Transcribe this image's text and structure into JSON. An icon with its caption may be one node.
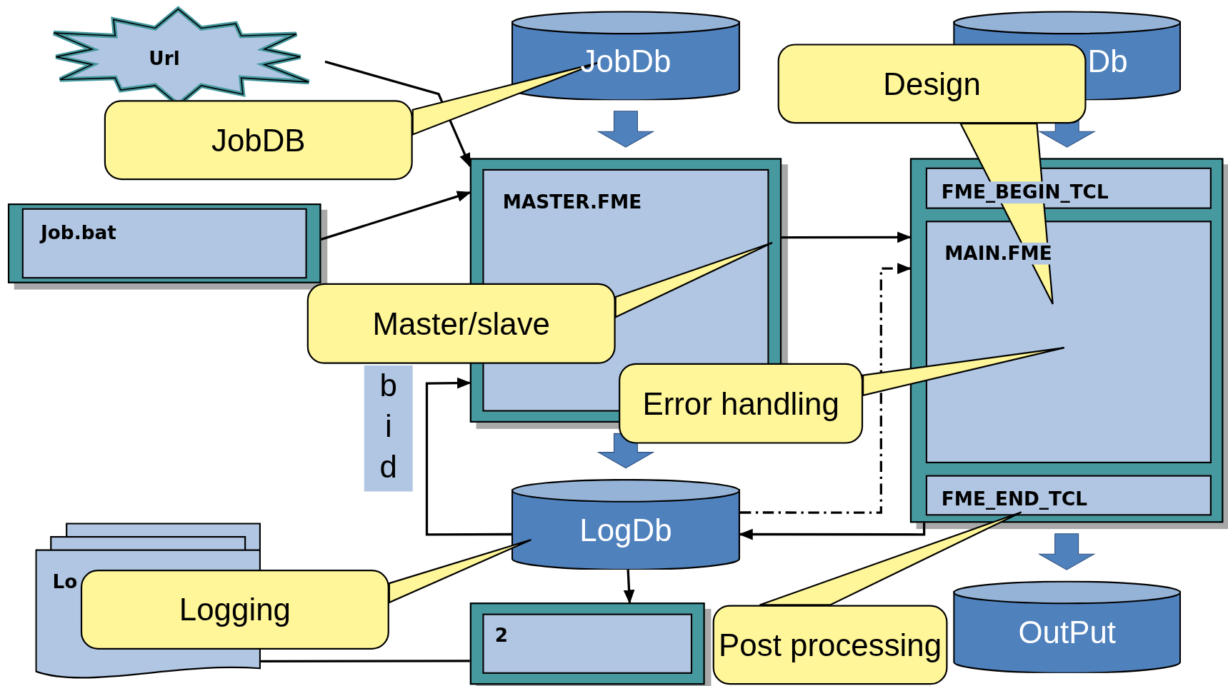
{
  "diagram": {
    "nodes": [
      {
        "text": [
          "Url"
        ]
      },
      {
        "text": [
          "JobDB"
        ]
      },
      {
        "text": [
          "JobDb"
        ]
      },
      {
        "text": [
          "Job.bat"
        ]
      },
      {
        "text": [
          "MASTER.FME"
        ]
      },
      {
        "text": [
          "Db"
        ]
      },
      {
        "text": [
          "Design"
        ]
      },
      {
        "text": [],
        "shape": "box"
      },
      {
        "text": [
          "FME_BEGIN_TCL"
        ],
        "in": 7
      },
      {
        "text": [
          "MAIN.FME"
        ],
        "in": 7
      },
      {
        "text": [
          "FME_END_TCL"
        ],
        "in": 7
      },
      {
        "text": [
          "bid"
        ]
      },
      {
        "text": [
          "Master/slave"
        ]
      },
      {
        "text": [
          "Error handling"
        ]
      },
      {
        "text": [
          "LogDb"
        ]
      },
      {
        "text": [
          "Lo"
        ]
      },
      {
        "text": [
          "Logging"
        ]
      },
      {
        "text": [
          "2"
        ]
      },
      {
        "text": [
          "Post processing"
        ]
      },
      {
        "text": [
          "OutPut"
        ]
      }
    ],
    "edges": [
      {
        "from": 0,
        "to": 4,
        "arrow": "to"
      },
      {
        "from": 3,
        "to": 4,
        "arrow": "to"
      },
      {
        "from": 2,
        "to": 4,
        "arrow": "to",
        "style": "thick",
        "color": "#4f81bd"
      },
      {
        "from": 5,
        "to": 7,
        "arrow": "to",
        "style": "thick",
        "color": "#4f81bd"
      },
      {
        "from": 4,
        "to": 7,
        "arrow": "to"
      },
      {
        "from": 14,
        "to": 7,
        "arrow": "to",
        "style": "dashed"
      },
      {
        "from": 7,
        "to": 14,
        "arrow": "to"
      },
      {
        "from": 14,
        "to": 4,
        "arrow": "to"
      },
      {
        "from": 4,
        "to": 14,
        "arrow": "to",
        "style": "thick",
        "color": "#4f81bd"
      },
      {
        "from": 14,
        "to": 17,
        "arrow": "to"
      },
      {
        "from": 15,
        "to": 17,
        "arrow": "none"
      },
      {
        "from": 7,
        "to": 19,
        "arrow": "to",
        "style": "thick",
        "color": "#4f81bd"
      },
      {
        "from": 1,
        "to": 2,
        "arrow": "none",
        "color": "#fff599"
      },
      {
        "from": 6,
        "to": 9,
        "arrow": "none",
        "color": "#fff599"
      },
      {
        "from": 12,
        "to": 4,
        "arrow": "none",
        "color": "#fff599"
      },
      {
        "from": 13,
        "to": 9,
        "arrow": "none",
        "color": "#fff599"
      },
      {
        "from": 16,
        "to": 14,
        "arrow": "none",
        "color": "#fff599"
      },
      {
        "from": 18,
        "to": 10,
        "arrow": "none",
        "color": "#fff599"
      }
    ]
  }
}
